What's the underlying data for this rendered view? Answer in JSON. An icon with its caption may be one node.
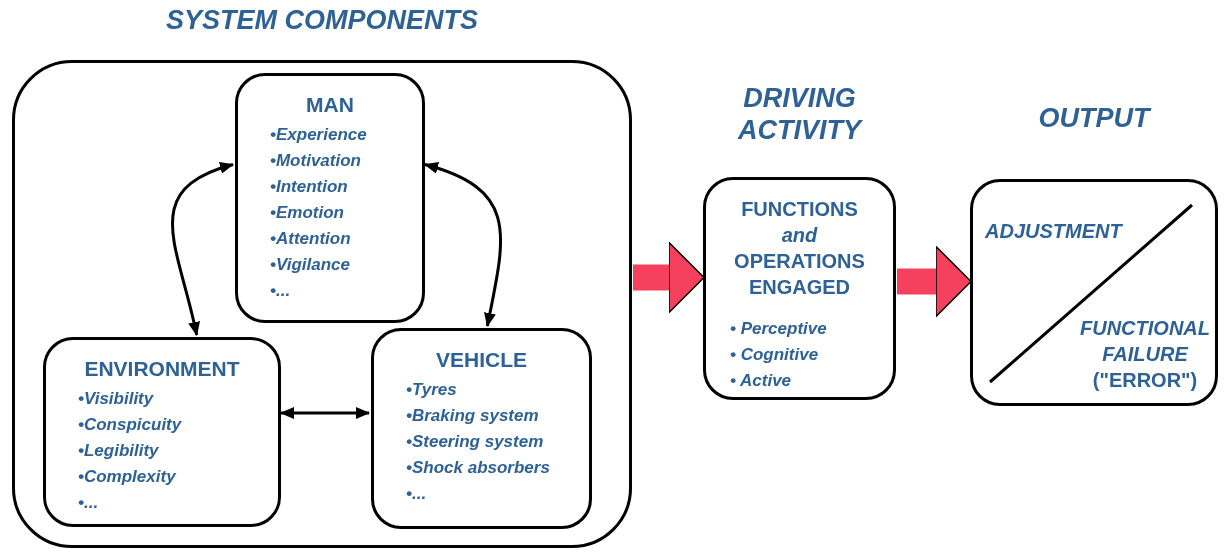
{
  "diagram": {
    "nodes": [
      {
        "text": [
          "SYSTEM COMPONENTS"
        ]
      },
      {
        "text": [
          "MAN",
          "•Experience",
          "•Motivation",
          "•Intention",
          "•Emotion",
          "•Attention",
          "•Vigilance",
          "•..."
        ],
        "in": 0
      },
      {
        "text": [
          "ENVIRONMENT",
          "•Visibility",
          "•Conspicuity",
          "•Legibility",
          "•Complexity",
          "•..."
        ],
        "in": 0
      },
      {
        "text": [
          "VEHICLE",
          "•Tyres",
          "•Braking system",
          "•Steering system",
          "•Shock absorbers",
          "•..."
        ],
        "in": 0
      },
      {
        "text": [
          "DRIVING ACTIVITY",
          "FUNCTIONS *and* OPERATIONS ENGAGED",
          "• Perceptive",
          "• Cognitive",
          "• Active"
        ]
      },
      {
        "text": [
          "OUTPUT",
          "ADJUSTMENT",
          "*FUNCTIONAL FAILURE* (\"ERROR\")"
        ]
      }
    ],
    "edges": [
      {
        "from": 1,
        "to": 2,
        "arrow": "both"
      },
      {
        "from": 1,
        "to": 3,
        "arrow": "both"
      },
      {
        "from": 2,
        "to": 3,
        "arrow": "both"
      },
      {
        "from": 0,
        "to": 4,
        "arrow": "to",
        "style": "thick",
        "color": "#f5405e"
      },
      {
        "from": 4,
        "to": 5,
        "arrow": "to",
        "style": "thick",
        "color": "#f5405e"
      }
    ]
  }
}
